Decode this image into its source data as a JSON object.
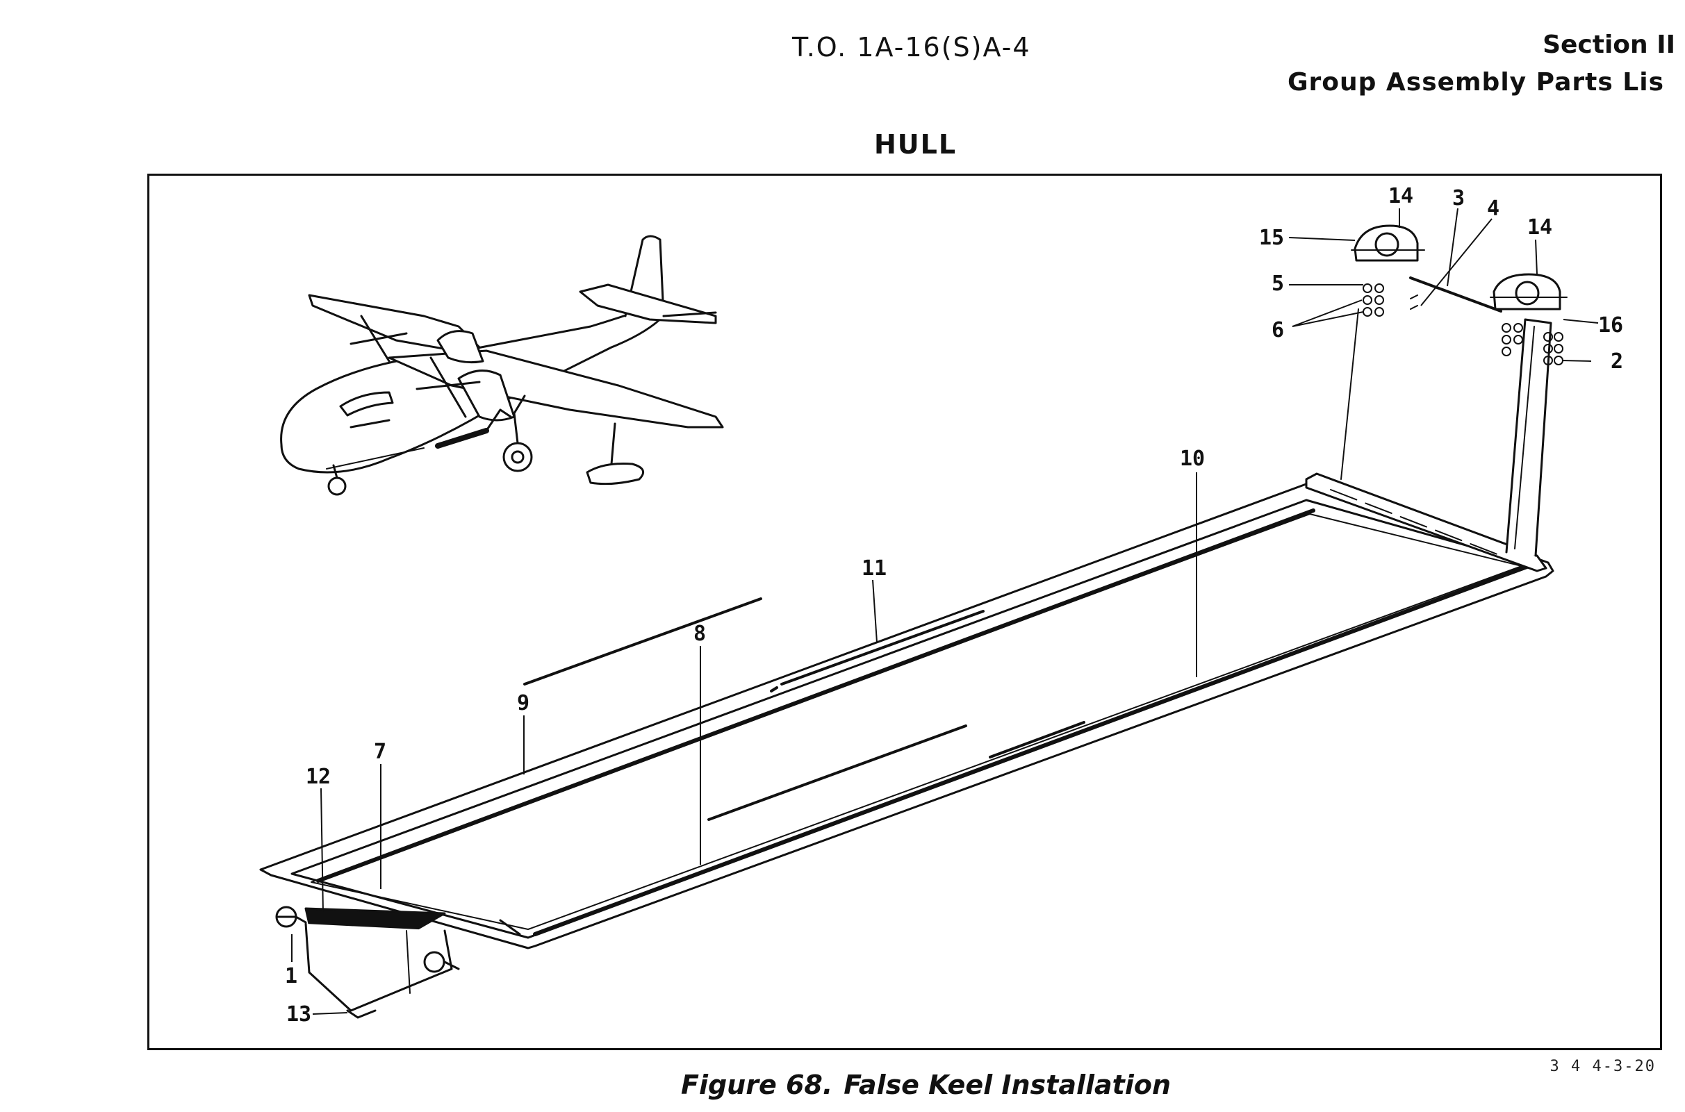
{
  "header": {
    "to_number": "T.O. 1A-16(S)A-4",
    "section": "Section II",
    "group": "Group Assembly Parts Lis"
  },
  "figure": {
    "title": "HULL",
    "caption_number": "Figure 68.",
    "caption_text": "False Keel Installation",
    "ref_code": "3 4 4-3-20",
    "icons": [
      "aircraft-silhouette-icon",
      "false-keel-assembly-drawing"
    ],
    "callouts": [
      {
        "id": "c14a",
        "label": "14"
      },
      {
        "id": "c3",
        "label": "3"
      },
      {
        "id": "c4",
        "label": "4"
      },
      {
        "id": "c14b",
        "label": "14"
      },
      {
        "id": "c15",
        "label": "15"
      },
      {
        "id": "c5",
        "label": "5"
      },
      {
        "id": "c6",
        "label": "6"
      },
      {
        "id": "c16",
        "label": "16"
      },
      {
        "id": "c2",
        "label": "2"
      },
      {
        "id": "c10",
        "label": "10"
      },
      {
        "id": "c11",
        "label": "11"
      },
      {
        "id": "c8",
        "label": "8"
      },
      {
        "id": "c9",
        "label": "9"
      },
      {
        "id": "c12",
        "label": "12"
      },
      {
        "id": "c7",
        "label": "7"
      },
      {
        "id": "c1",
        "label": "1"
      },
      {
        "id": "c13",
        "label": "13"
      }
    ]
  }
}
